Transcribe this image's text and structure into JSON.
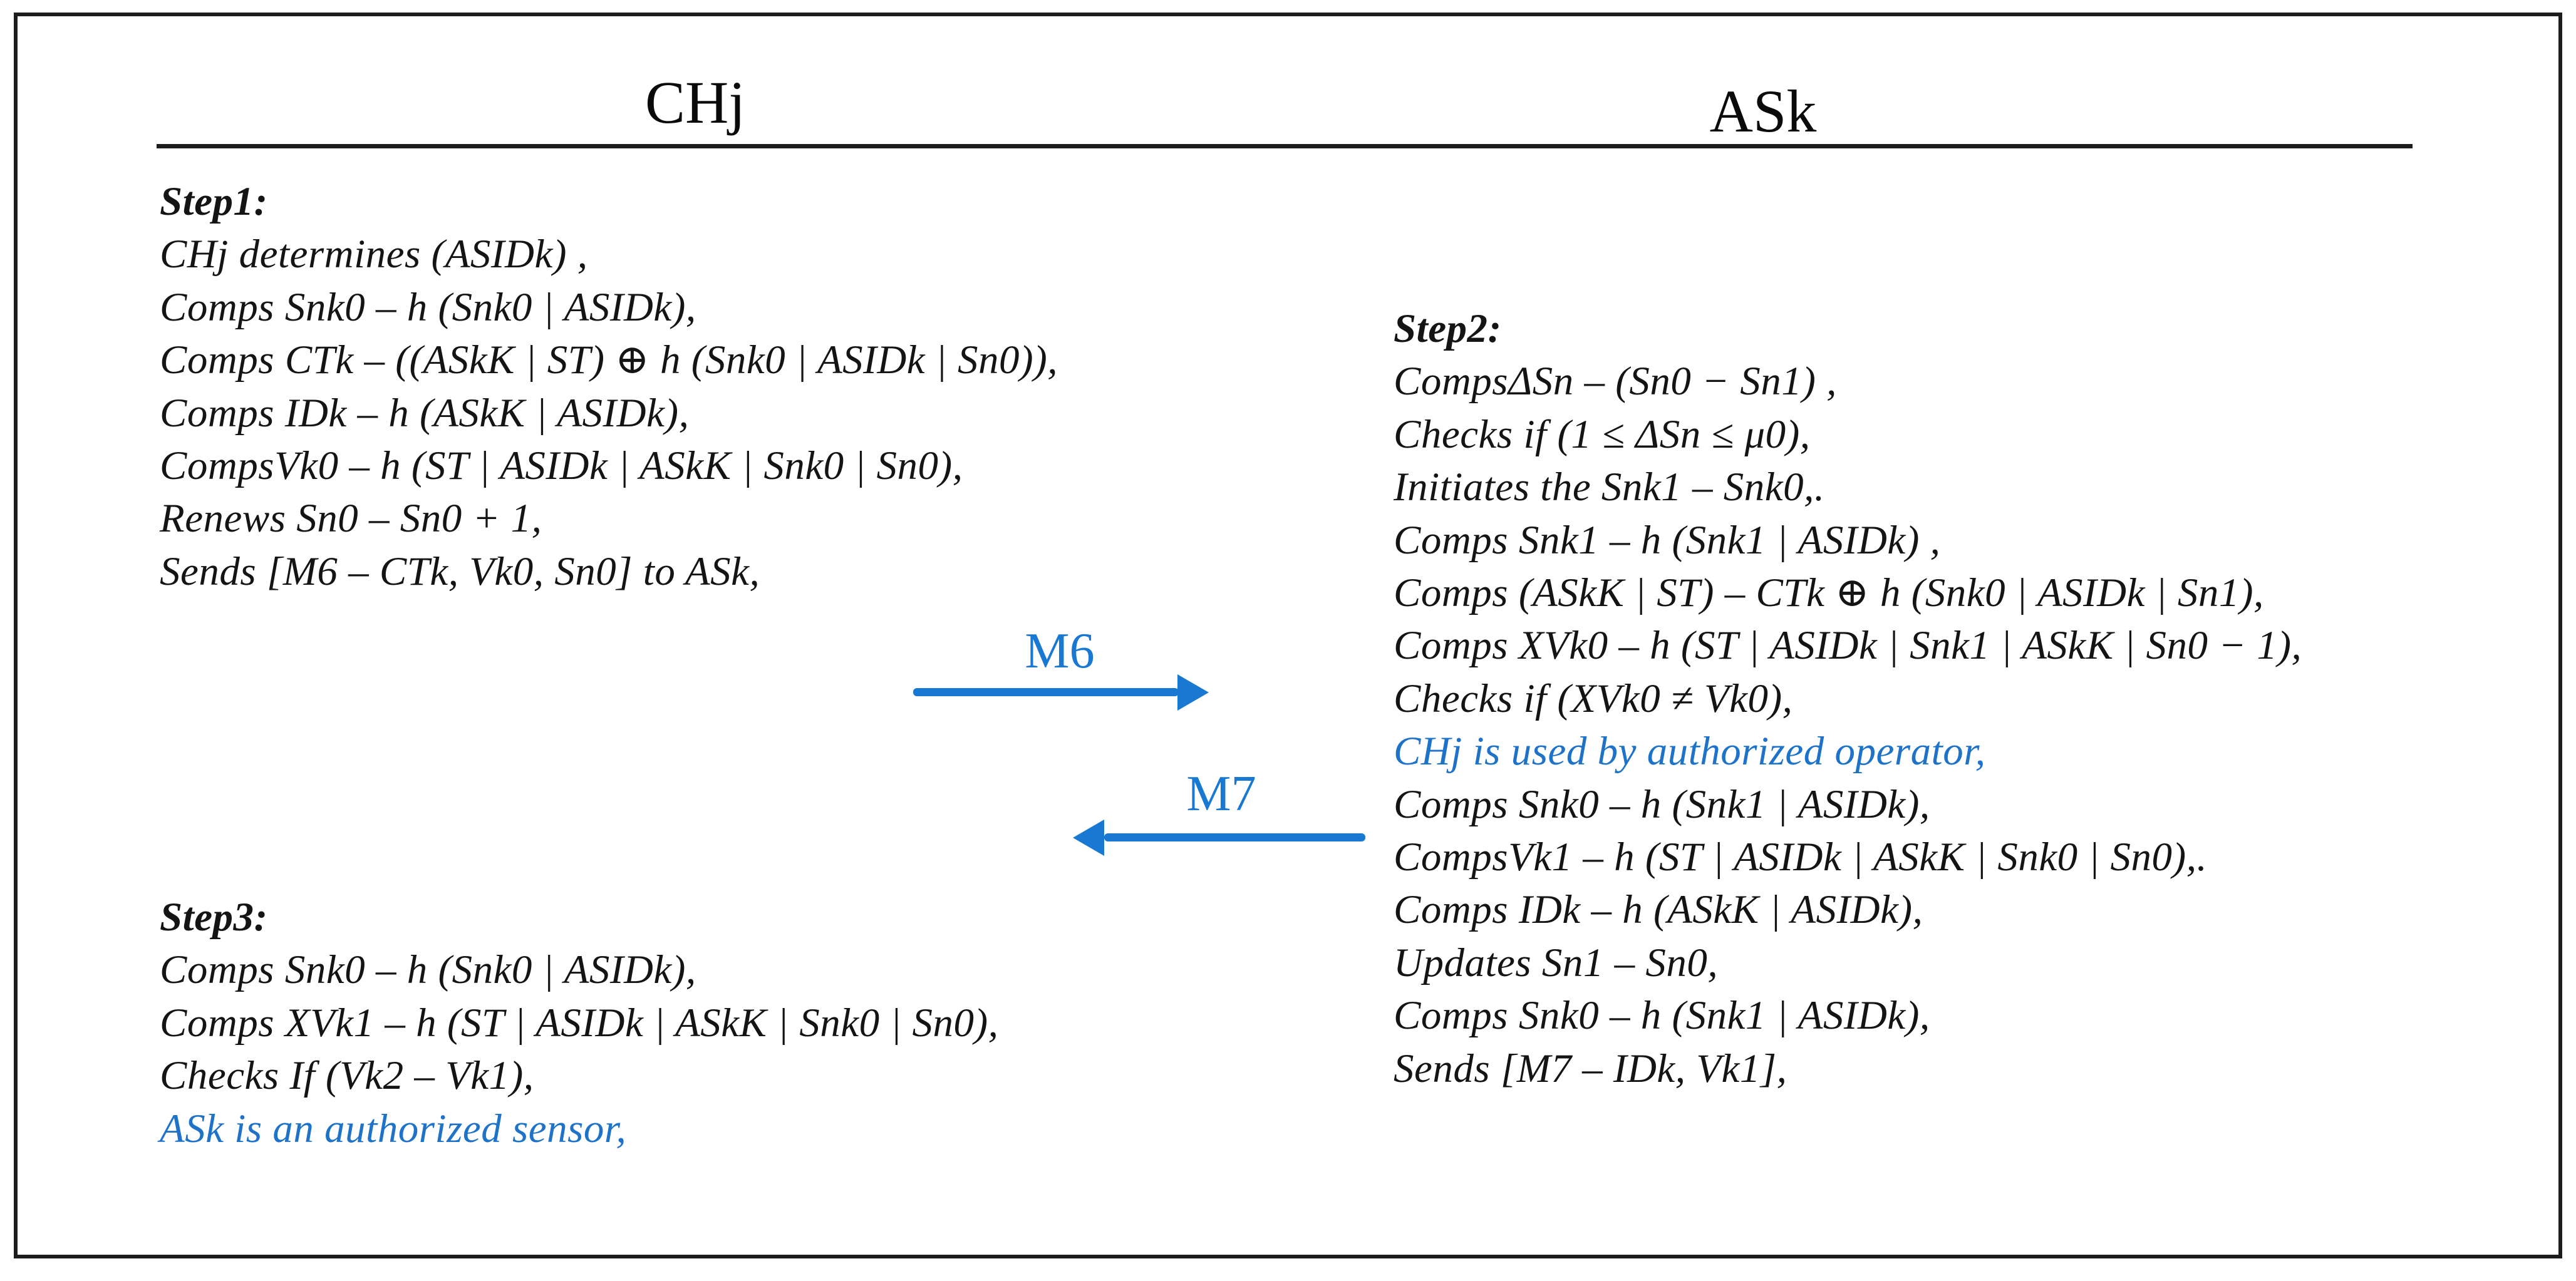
{
  "diagram": {
    "left_party": "CHj",
    "right_party": "ASk",
    "colors": {
      "text": "#141414",
      "highlight_blue": "#1E73C8",
      "arrow_blue": "#1878D2",
      "border": "#1c1c1c"
    },
    "left_column": {
      "step1": {
        "title": "Step1:",
        "lines": [
          {
            "text": "CHj determines (ASIDk) ,",
            "color": "black"
          },
          {
            "text": "Comps Snk0 – h (Snk0 | ASIDk),",
            "color": "black"
          },
          {
            "text": "Comps CTk – ((ASkK | ST) ⊕ h (Snk0 | ASIDk | Sn0)),",
            "color": "black"
          },
          {
            "text": "Comps IDk – h (ASkK | ASIDk),",
            "color": "black"
          },
          {
            "text": "CompsVk0 – h (ST | ASIDk | ASkK | Snk0 | Sn0),",
            "color": "black"
          },
          {
            "text": "Renews Sn0 – Sn0 + 1,",
            "color": "black"
          },
          {
            "text": "Sends [M6 – CTk, Vk0, Sn0] to ASk,",
            "color": "black"
          }
        ]
      },
      "step3": {
        "title": "Step3:",
        "lines": [
          {
            "text": "Comps Snk0 – h (Snk0 | ASIDk),",
            "color": "black"
          },
          {
            "text": "Comps XVk1 – h (ST | ASIDk | ASkK | Snk0 | Sn0),",
            "color": "black"
          },
          {
            "text": "Checks If (Vk2 – Vk1),",
            "color": "black"
          },
          {
            "text": "ASk is an authorized sensor,",
            "color": "blue"
          }
        ]
      }
    },
    "right_column": {
      "step2": {
        "title": "Step2:",
        "lines": [
          {
            "text": "CompsΔSn – (Sn0 − Sn1) ,",
            "color": "black"
          },
          {
            "text": "Checks if (1 ≤ ΔSn ≤ μ0),",
            "color": "black"
          },
          {
            "text": "Initiates the Snk1 – Snk0,.",
            "color": "black"
          },
          {
            "text": "Comps Snk1 – h (Snk1 | ASIDk) ,",
            "color": "black"
          },
          {
            "text": "Comps (ASkK | ST) – CTk ⊕ h (Snk0 | ASIDk | Sn1),",
            "color": "black"
          },
          {
            "text": "Comps XVk0 – h (ST | ASIDk | Snk1 | ASkK | Sn0 − 1),",
            "color": "black"
          },
          {
            "text": "Checks if (XVk0 ≠ Vk0),",
            "color": "black"
          },
          {
            "text": "CHj is used by authorized operator,",
            "color": "blue"
          },
          {
            "text": "Comps Snk0 – h (Snk1 | ASIDk),",
            "color": "black"
          },
          {
            "text": "CompsVk1 – h (ST | ASIDk | ASkK | Snk0 | Sn0),.",
            "color": "black"
          },
          {
            "text": "Comps IDk – h (ASkK | ASIDk),",
            "color": "black"
          },
          {
            "text": "Updates Sn1 – Sn0,",
            "color": "black"
          },
          {
            "text": "Comps Snk0 – h (Snk1 | ASIDk),",
            "color": "black"
          },
          {
            "text": "Sends [M7 – IDk, Vk1],",
            "color": "black"
          }
        ]
      }
    },
    "messages": [
      {
        "label": "M6",
        "direction": "left-to-right"
      },
      {
        "label": "M7",
        "direction": "right-to-left"
      }
    ]
  }
}
